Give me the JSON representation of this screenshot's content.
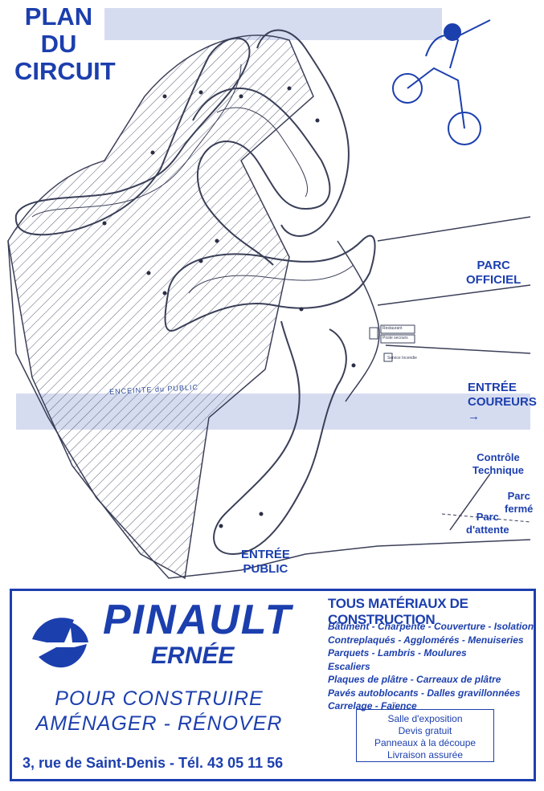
{
  "title": [
    "PLAN",
    "DU",
    "CIRCUIT"
  ],
  "map_labels": {
    "parc_officiel": [
      "PARC",
      "OFFICIEL"
    ],
    "entree_coureurs": [
      "ENTRÉE",
      "COUREURS"
    ],
    "controle_technique": [
      "Contrôle",
      "Technique"
    ],
    "parc_ferme": [
      "Parc",
      "fermé"
    ],
    "parc_attente": [
      "Parc",
      "d'attente"
    ],
    "entree_public": [
      "ENTRÉE",
      "PUBLIC"
    ],
    "enceinte_public": "ENCEINTE du PUBLIC",
    "restaurant": "Restaurant",
    "poste_secours": "Poste secours",
    "service_incendie": "Service Incendie"
  },
  "ad": {
    "brand": "PINAULT",
    "city": "ERNÉE",
    "slogan_line1": "POUR CONSTRUIRE",
    "slogan_line2": "AMÉNAGER - RÉNOVER",
    "address": "3, rue de Saint-Denis - Tél. 43 05 11 56",
    "heading": "TOUS MATÉRIAUX DE CONSTRUCTION",
    "products": [
      "Bâtiment - Charpente - Couverture - Isolation",
      "Contreplaqués - Agglomérés - Menuiseries",
      "Parquets - Lambris - Moulures",
      "Escaliers",
      "Plaques de plâtre - Carreaux de plâtre",
      "Pavés autoblocants - Dalles gravillonnées",
      "Carrelage - Faïence"
    ],
    "services": [
      "Salle d'exposition",
      "Devis gratuit",
      "Panneaux à la découpe",
      "Livraison assurée"
    ]
  },
  "colors": {
    "ink": "#1c3fae",
    "line": "#3a3f58",
    "hatch": "#5b6075"
  }
}
